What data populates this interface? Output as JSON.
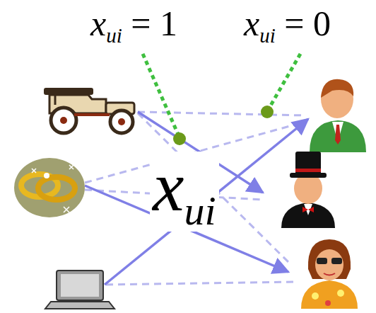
{
  "diagram": {
    "labels": [
      "xui = 1",
      "xui = 0",
      "xui"
    ]
  }
}
